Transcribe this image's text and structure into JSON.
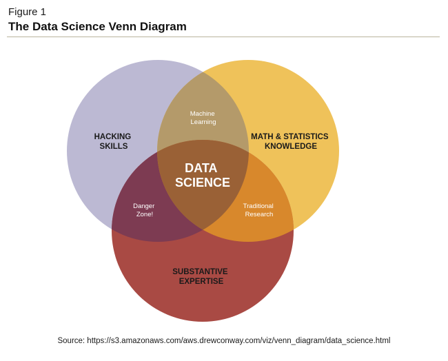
{
  "header": {
    "figure_label": "Figure 1",
    "title": "The Data Science Venn Diagram"
  },
  "venn": {
    "sets": [
      {
        "id": "hacking",
        "lines": [
          "HACKING",
          "SKILLS"
        ],
        "color": "#a9a5c4"
      },
      {
        "id": "math",
        "lines": [
          "MATH & STATISTICS",
          "KNOWLEDGE"
        ],
        "color": "#ecb23b"
      },
      {
        "id": "expertise",
        "lines": [
          "SUBSTANTIVE",
          "EXPERTISE"
        ],
        "color": "#a73f38"
      }
    ],
    "intersections": {
      "hacking_math": [
        "Machine",
        "Learning"
      ],
      "hacking_expertise": [
        "Danger",
        "Zone!"
      ],
      "math_expertise": [
        "Traditional",
        "Research"
      ],
      "center": [
        "DATA",
        "SCIENCE"
      ]
    }
  },
  "footer": {
    "source": "Source: https://s3.amazonaws.com/aws.drewconway.com/viz/venn_diagram/data_science.html"
  }
}
